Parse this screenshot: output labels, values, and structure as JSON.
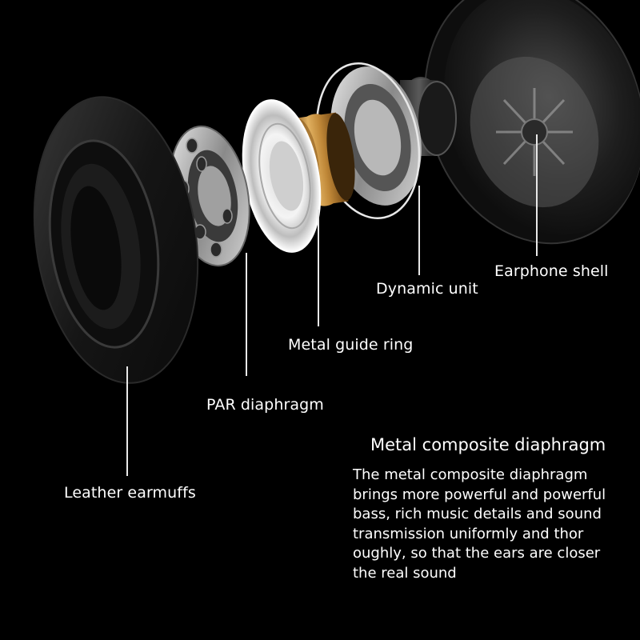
{
  "labels": {
    "earphone_shell": "Earphone shell",
    "dynamic_unit": "Dynamic unit",
    "metal_guide_ring": "Metal guide ring",
    "par_diaphragm": "PAR diaphragm",
    "leather_earmuffs": "Leather earmuffs"
  },
  "description": {
    "title": "Metal composite diaphragm",
    "lines": [
      "The metal composite diaphragm",
      "brings more powerful and powerful",
      "bass, rich music details and sound",
      "transmission uniformly and thor",
      "oughly, so that the ears are closer",
      "the real sound"
    ]
  },
  "colors": {
    "background": "#000000",
    "text": "#ffffff",
    "gold_ring": "#b07a2c",
    "metal": "#c9c9c9"
  }
}
